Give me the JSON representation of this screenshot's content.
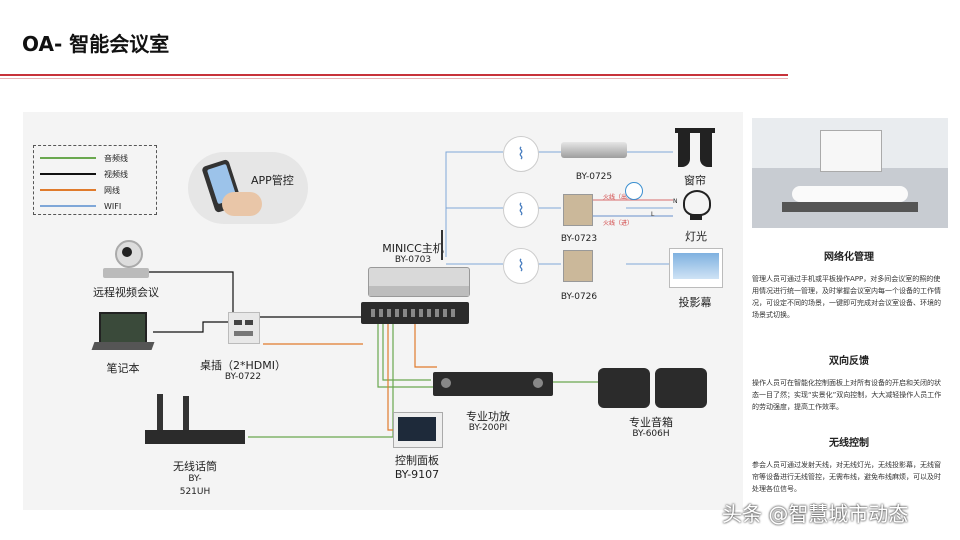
{
  "page": {
    "title": "OA- 智能会议室"
  },
  "legend": [
    {
      "label": "音频线",
      "color": "#6aa84f"
    },
    {
      "label": "视频线",
      "color": "#111111"
    },
    {
      "label": "网线",
      "color": "#e07b2c"
    },
    {
      "label": "WIFI",
      "color": "#7fa7d8"
    }
  ],
  "devices": {
    "app": "APP管控",
    "camera": "远程视频会议",
    "laptop": "笔记本",
    "desk_socket": {
      "name": "桌插（2*HDMI）",
      "model": "BY-0722"
    },
    "host": {
      "name": "MINICC主机",
      "model": "BY-0703"
    },
    "curtain_ctrl": "BY-0725",
    "light_ctrl": "BY-0723",
    "screen_ctrl": "BY-0726",
    "curtain": "窗帘",
    "light": "灯光",
    "screen": "投影幕",
    "switch_labels": [
      "火线（出）",
      "火线（进）",
      "N",
      "L"
    ],
    "amp": {
      "name": "专业功放",
      "model": "BY-200PI"
    },
    "speaker": {
      "name": "专业音箱",
      "model": "BY-606H"
    },
    "panel": {
      "name": "控制面板",
      "model": "BY-9107"
    },
    "mic": {
      "name": "无线话筒",
      "model": "BY-",
      "model2": "521UH"
    }
  },
  "side": [
    {
      "heading": "网络化管理",
      "body": "管理人员可通过手机或平板操作APP，对多间会议室的照的使用情况进行统一管理，及时掌握会议室内每一个设备的工作情况，可设定不同的场景，一键即可完成对会议室设备、环境的场景式切换。"
    },
    {
      "heading": "双向反馈",
      "body": "操作人员可在智能化控制面板上对所有设备的开启和关闭的状态一目了然；实现“实景化”双向控制，大大减轻操作人员工作的劳动强度，提高工作效率。"
    },
    {
      "heading": "无线控制",
      "body": "参会人员可通过发射天线，对无线灯光，无线投影幕，无线窗帘等设备进行无线管控，无需布线，避免布线麻烦，可以及时处理各位信号。"
    }
  ],
  "watermark": "头条 @智慧城市动态"
}
